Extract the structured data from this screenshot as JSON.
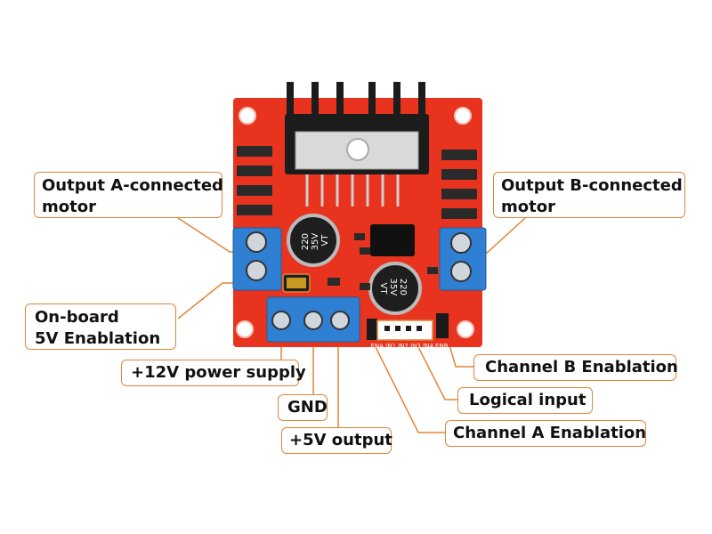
{
  "labels": {
    "output_a": [
      "Output A-connected",
      "motor"
    ],
    "output_b": [
      "Output B-connected",
      "motor"
    ],
    "onboard_5v": [
      "On-board",
      "5V Enablation"
    ],
    "power_12v": "+12V power supply",
    "gnd": "GND",
    "out_5v": "+5V output",
    "channel_b": "Channel B Enablation",
    "logical_input": "Logical input",
    "channel_a": "Channel A Enablation"
  },
  "board_text": {
    "cap_left": [
      "220",
      "35V",
      "VT"
    ],
    "cap_right": [
      "220",
      "35V",
      "VT"
    ],
    "header_pins": "ENA IN1 IN2 IN3 IN4 ENB"
  },
  "colors": {
    "board": "#e8331f",
    "terminal": "#2f7fd3",
    "callout_border": "#e0863a",
    "heatsink": "#1c1c1c"
  }
}
